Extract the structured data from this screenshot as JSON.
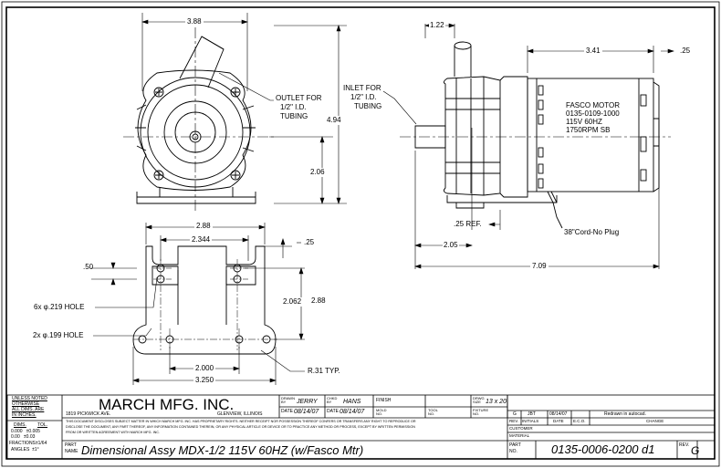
{
  "front_view": {
    "dim_width": "3.88",
    "dim_height": "4.94",
    "dim_center_height": "2.06",
    "outlet_note": [
      "OUTLET FOR",
      "1/2\" I.D.",
      "TUBING"
    ]
  },
  "side_view": {
    "dim_inlet_offset": "1.22",
    "dim_motor_length": "3.41",
    "dim_flange": ".25",
    "inlet_note": [
      "INLET FOR",
      "1/2\" I.D.",
      "TUBING"
    ],
    "motor_label": [
      "FASCO MOTOR",
      "0135-0109-1000",
      "115V 60HZ",
      "1750RPM SB"
    ],
    "dim_ref": ".25 REF.",
    "dim_base_offset": "2.05",
    "dim_overall_length": "7.09",
    "cord_note": "38\"Cord-No Plug"
  },
  "base_view": {
    "dim_outer_width": "2.88",
    "dim_inner_width": "2.344",
    "dim_top_offset": ".25",
    "dim_left_offset": ".50",
    "dim_hole_spacing": "2.062",
    "dim_depth": "2.88",
    "dim_bottom_spacing": "2.000",
    "dim_bottom_width": "3.250",
    "hole_note_1": "6x φ.219 HOLE",
    "hole_note_2": "2x φ.199 HOLE",
    "radius_note": "R.31 TYP."
  },
  "title_block": {
    "tolerance_note": [
      "UNLESS NOTED",
      "OTHERWISE",
      "ALL DIMS. ARE",
      "IN INCHES."
    ],
    "tol_header": [
      "DIMS.",
      "TOL."
    ],
    "tol_rows": [
      "0.000   ±0.005",
      "0.00   ±0.03",
      "FRACTIONS±1/64",
      "ANGLES  ±1°"
    ],
    "company": "MARCH MFG. INC.",
    "address": "1819 PICKWICK AVE.",
    "city": "GLENVIEW, ILLINOIS",
    "drawn_by_label": "DRAWN BY",
    "drawn_by": "JERRY",
    "chkd_by_label": "CHKD BY",
    "chkd_by": "HANS",
    "finish_label": "FINISH",
    "dwg_size_label": "DRWG SIZE",
    "dwg_size": "13 x 20",
    "date_label": "DATE",
    "date1": "08/14/07",
    "date2": "08/14/07",
    "mold_label": "MOLD NO.",
    "tool_label": "TOOL NO.",
    "fixture_label": "FIXTURE NO.",
    "disclaimer": [
      "THIS DOCUMENT DISCLOSES SUBJECT MATTER IN WHICH MARCH MFG. INC. HAS PROPRIETARY RIGHTS. NEITHER RECEIPT NOR POSSESSION THEREOF CONFERS OR TRANSFERS ANY RIGHT TO REPRODUCE OR",
      "DISCLOSE THE DOCUMENT, ANY PART THEREOF, ANY INFORMATION CONTAINED THEREIN, OR ANY PHYSICAL ARTICLE OR DEVICE OR TO PRACTICE ANY METHOD OR PROCESS, EXCEPT BY WRITTEN PERMISSION",
      "FROM OR WRITTEN AGREEMENT WITH MARCH MFG. INC."
    ],
    "part_name_label": [
      "PART",
      "NAME"
    ],
    "part_name": "Dimensional Assy MDX-1/2 115V 60HZ (w/Fasco Mtr)",
    "part_no_label": [
      "PART",
      "NO."
    ],
    "part_no": "0135-0006-0200 d1",
    "rev_label": "REV.",
    "rev": "G",
    "customer_label": "CUSTOMER",
    "material_label": "MATERIAL",
    "rev_table": {
      "row": [
        "G",
        "JBT",
        "08/14/07",
        "",
        "Redrawn in autocad."
      ],
      "headers": [
        "REV.",
        "INITIALS",
        "DATE",
        "E.C.O.",
        "CHANGE"
      ]
    }
  }
}
